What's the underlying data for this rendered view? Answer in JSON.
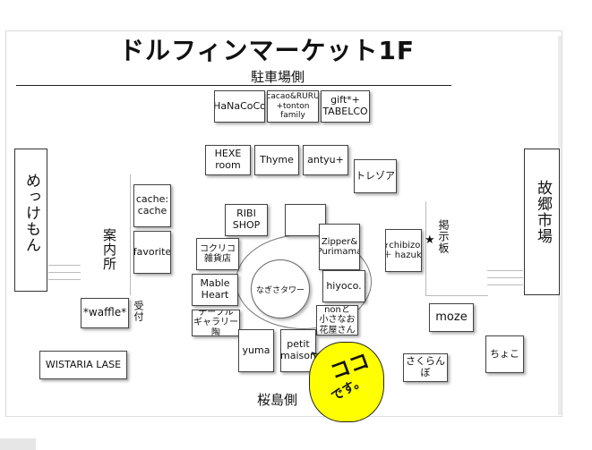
{
  "title": "ドルフィンマーケット1F",
  "labels": {
    "parking_side": "駐車場側",
    "sakurajima_side": "桜島側",
    "tower": "なぎさタワー",
    "info_desk": "案内所",
    "reception": "受付",
    "notice_board": "掲示板",
    "star_marker": "★"
  },
  "side_buildings": {
    "left": "めっけもん",
    "right": "故郷市場"
  },
  "shops": {
    "hanacoco": "HaNaCoCo",
    "cacao": "cacao&RURU\n+tonton\nfamily",
    "gift": "gift*+\nTABELCO",
    "hexe": "HEXE\nroom",
    "thyme": "Thyme",
    "antyu": "antyu+",
    "tresor": "トレゾア",
    "cache": "cache:\ncache",
    "favorite": "favorite",
    "ribi": "RIBI\nSHOP",
    "zipper": "Zipper&\nPurimama",
    "chibizou": "★chibizou\n＋ hazuki",
    "kokuriko": "コクリコ\n雑貨店",
    "mable": "Mable\nHeart",
    "hiyoco": "hiyoco.",
    "table_gallery": "テーブル\nギャラリー陶",
    "non": "nonと\n小さなお花屋さん",
    "moze": "moze",
    "waffle": "*waffle*",
    "yuma": "yuma",
    "petit": "petit\nmaison",
    "chocolat": "ちょこ",
    "sakuranbo": "さくらんぼ",
    "wistaria": "WISTARIA LASE"
  },
  "callout": {
    "line1": "ココ",
    "line2": "です。"
  },
  "colors": {
    "callout_fill": "#ffff00",
    "shop_border": "#444444"
  }
}
